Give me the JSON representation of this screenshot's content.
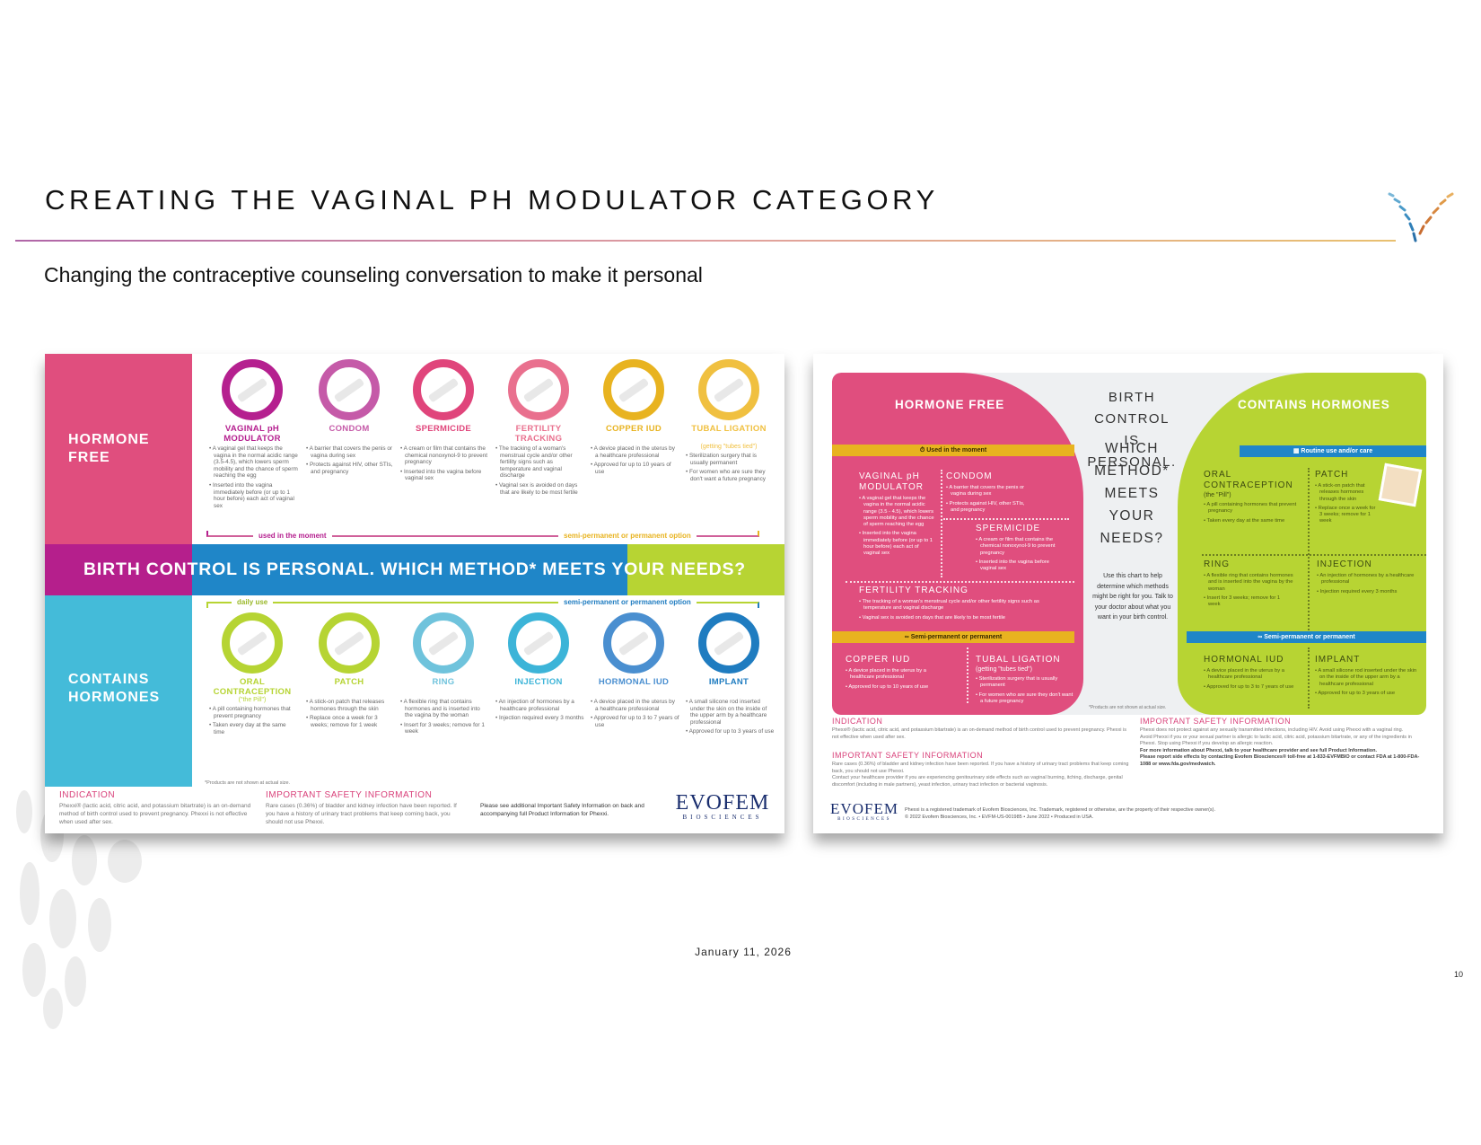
{
  "slide": {
    "title": "CREATING THE VAGINAL PH MODULATOR CATEGORY",
    "subtitle": "Changing the contraceptive counseling conversation to make it personal",
    "date": "January 11, 2026",
    "page_number": "10"
  },
  "colors": {
    "pink": "#e04e7e",
    "magenta": "#b51f8c",
    "blue": "#1f86c8",
    "green": "#b7d433",
    "cyan": "#44bbd9",
    "yellow": "#e8b320"
  },
  "left_card": {
    "hormone_free_label": "HORMONE FREE",
    "contains_hormones_label": "CONTAINS HORMONES",
    "top_items": [
      {
        "label": "VAGINAL pH MODULATOR",
        "sub": "",
        "color": "#b5208f",
        "bullets": [
          "A vaginal gel that keeps the vagina in the normal acidic range (3.5-4.5), which lowers sperm mobility and the chance of sperm reaching the egg",
          "Inserted into the vagina immediately before (or up to 1 hour before) each act of vaginal sex"
        ]
      },
      {
        "label": "CONDOM",
        "sub": "",
        "color": "#c55aa8",
        "bullets": [
          "A barrier that covers the penis or vagina during sex",
          "Protects against HIV, other STIs, and pregnancy"
        ]
      },
      {
        "label": "SPERMICIDE",
        "sub": "",
        "color": "#e0457b",
        "bullets": [
          "A cream or film that contains the chemical nonoxynol-9 to prevent pregnancy",
          "Inserted into the vagina before vaginal sex"
        ]
      },
      {
        "label": "FERTILITY TRACKING",
        "sub": "",
        "color": "#e9708e",
        "bullets": [
          "The tracking of a woman's menstrual cycle and/or other fertility signs such as temperature and vaginal discharge",
          "Vaginal sex is avoided on days that are likely to be most fertile"
        ]
      },
      {
        "label": "COPPER IUD",
        "sub": "",
        "color": "#e8b320",
        "bullets": [
          "A device placed in the uterus by a healthcare professional",
          "Approved for up to 10 years of use"
        ]
      },
      {
        "label": "TUBAL LIGATION",
        "sub": "(getting \"tubes tied\")",
        "color": "#f0c040",
        "bullets": [
          "Sterilization surgery that is usually permanent",
          "For women who are sure they don't want a future pregnancy"
        ]
      }
    ],
    "top_bracket": {
      "left": "used in the moment",
      "right": "semi-permanent or permanent option"
    },
    "banner": "BIRTH CONTROL IS PERSONAL. WHICH METHOD* MEETS YOUR NEEDS?",
    "bottom_bracket": {
      "left": "daily use",
      "right": "semi-permanent or permanent option"
    },
    "bottom_items": [
      {
        "label": "ORAL CONTRACEPTION",
        "sub": "(\"the Pill\")",
        "color": "#b6d433",
        "bullets": [
          "A pill containing hormones that prevent pregnancy",
          "Taken every day at the same time"
        ]
      },
      {
        "label": "PATCH",
        "sub": "",
        "color": "#b6d433",
        "bullets": [
          "A stick-on patch that releases hormones through the skin",
          "Replace once a week for 3 weeks; remove for 1 week"
        ]
      },
      {
        "label": "RING",
        "sub": "",
        "color": "#6fc3dc",
        "bullets": [
          "A flexible ring that contains hormones and is inserted into the vagina by the woman",
          "Insert for 3 weeks; remove for 1 week"
        ]
      },
      {
        "label": "INJECTION",
        "sub": "",
        "color": "#3cb4d8",
        "bullets": [
          "An injection of hormones by a healthcare professional",
          "Injection required every 3 months"
        ]
      },
      {
        "label": "HORMONAL IUD",
        "sub": "",
        "color": "#4a8fd0",
        "bullets": [
          "A device placed in the uterus by a healthcare professional",
          "Approved for up to 3 to 7 years of use"
        ]
      },
      {
        "label": "IMPLANT",
        "sub": "",
        "color": "#1f7cc0",
        "bullets": [
          "A small silicone rod inserted under the skin on the inside of the upper arm by a healthcare professional",
          "Approved for up to 3 years of use"
        ]
      }
    ],
    "footnote": "*Products are not shown at actual size.",
    "indication": {
      "heading": "INDICATION",
      "text": "Phexxi® (lactic acid, citric acid, and potassium bitartrate) is an on-demand method of birth control used to prevent pregnancy. Phexxi is not effective when used after sex."
    },
    "isi": {
      "heading": "IMPORTANT SAFETY INFORMATION",
      "text": "Rare cases (0.36%) of bladder and kidney infection have been reported. If you have a history of urinary tract problems that keep coming back, you should not use Phexxi."
    },
    "see_more": "Please see additional Important Safety Information on back and accompanying full Product Information for Phexxi.",
    "logo": {
      "name": "EVOFEM",
      "sub": "BIOSCIENCES"
    }
  },
  "right_card": {
    "hormone_free_title": "HORMONE FREE",
    "contains_hormones_title": "CONTAINS HORMONES",
    "bars": {
      "moment": "Used in the moment",
      "semi_left": "Semi-permanent or permanent",
      "routine": "Routine use and/or care",
      "semi_right": "Semi-permanent or permanent"
    },
    "center": {
      "line1": "BIRTH CONTROL",
      "line2": "IS PERSONAL.",
      "question": [
        "WHICH",
        "METHOD*",
        "MEETS",
        "YOUR",
        "NEEDS?"
      ],
      "help": "Use this chart to help determine which methods might be right for you. Talk to your doctor about what you want in your birth control."
    },
    "sections": {
      "vaginal": {
        "title": "VAGINAL pH MODULATOR",
        "bullets": [
          "A vaginal gel that keeps the vagina in the normal acidic range (3.5 - 4.5), which lowers sperm mobility and the chance of sperm reaching the egg",
          "Inserted into the vagina immediately before (or up to 1 hour before) each act of vaginal sex"
        ]
      },
      "condom": {
        "title": "CONDOM",
        "bullets": [
          "A barrier that covers the penis or vagina during sex",
          "Protects against HIV, other STIs, and pregnancy"
        ]
      },
      "spermicide": {
        "title": "SPERMICIDE",
        "bullets": [
          "A cream or film that contains the chemical nonoxynol-9 to prevent pregnancy",
          "Inserted into the vagina before vaginal sex"
        ]
      },
      "fertility": {
        "title": "FERTILITY TRACKING",
        "bullets": [
          "The tracking of a woman's menstrual cycle and/or other fertility signs such as temperature and vaginal discharge",
          "Vaginal sex is avoided on days that are likely to be most fertile"
        ]
      },
      "copper": {
        "title": "COPPER IUD",
        "bullets": [
          "A device placed in the uterus by a healthcare professional",
          "Approved for up to 10 years of use"
        ]
      },
      "tubal": {
        "title": "TUBAL LIGATION",
        "sub": "(getting \"tubes tied\")",
        "bullets": [
          "Sterilization surgery that is usually permanent",
          "For women who are sure they don't want a future pregnancy"
        ]
      },
      "oral": {
        "title": "ORAL CONTRACEPTION",
        "sub": "(the \"Pill\")",
        "bullets": [
          "A pill containing hormones that prevent pregnancy",
          "Taken every day at the same time"
        ]
      },
      "patch": {
        "title": "PATCH",
        "bullets": [
          "A stick-on patch that releases hormones through the skin",
          "Replace once a week for 3 weeks; remove for 1 week"
        ]
      },
      "ring": {
        "title": "RING",
        "bullets": [
          "A flexible ring that contains hormones and is inserted into the vagina by the woman",
          "Insert for 3 weeks; remove for 1 week"
        ]
      },
      "injection": {
        "title": "INJECTION",
        "bullets": [
          "An injection of hormones by a healthcare professional",
          "Injection required every 3 months"
        ]
      },
      "hormonal_iud": {
        "title": "HORMONAL IUD",
        "bullets": [
          "A device placed in the uterus by a healthcare professional",
          "Approved for up to 3 to 7 years of use"
        ]
      },
      "implant": {
        "title": "IMPLANT",
        "bullets": [
          "A small silicone rod inserted under the skin on the inside of the upper arm by a healthcare professional",
          "Approved for up to 3 years of use"
        ]
      }
    },
    "footnote": "*Products are not shown at actual size.",
    "indication": {
      "heading": "INDICATION",
      "text": "Phexxi® (lactic acid, citric acid, and potassium bitartrate) is an on-demand method of birth control used to prevent pregnancy. Phexxi is not effective when used after sex."
    },
    "isi_left": {
      "heading": "IMPORTANT SAFETY INFORMATION",
      "paragraphs": [
        "Rare cases (0.36%) of bladder and kidney infection have been reported. If you have a history of urinary tract problems that keep coming back, you should not use Phexxi.",
        "Contact your healthcare provider if you are experiencing genitourinary side effects such as vaginal burning, itching, discharge, genital discomfort (including in male partners), yeast infection, urinary tract infection or bacterial vaginosis."
      ]
    },
    "isi_right": {
      "heading": "IMPORTANT SAFETY INFORMATION",
      "paragraphs": [
        "Phexxi does not protect against any sexually transmitted infections, including HIV. Avoid using Phexxi with a vaginal ring.",
        "Avoid Phexxi if you or your sexual partner is allergic to lactic acid, citric acid, potassium bitartrate, or any of the ingredients in Phexxi. Stop using Phexxi if you develop an allergic reaction.",
        "For more information about Phexxi, talk to your healthcare provider and see full Product Information.",
        "Please report side effects by contacting Evofem Biosciences® toll-free at 1-833-EVFMBIO or contact FDA at 1-800-FDA-1088 or www.fda.gov/medwatch."
      ]
    },
    "trademark": "Phexxi is a registered trademark of Evofem Biosciences, Inc. Trademark, registered or otherwise, are the property of their respective owner(s).",
    "copyright": "© 2022 Evofem Biosciences, Inc. • EVFM-US-001985 • June 2022 • Produced in USA.",
    "logo": {
      "name": "EVOFEM",
      "sub": "BIOSCIENCES"
    }
  }
}
